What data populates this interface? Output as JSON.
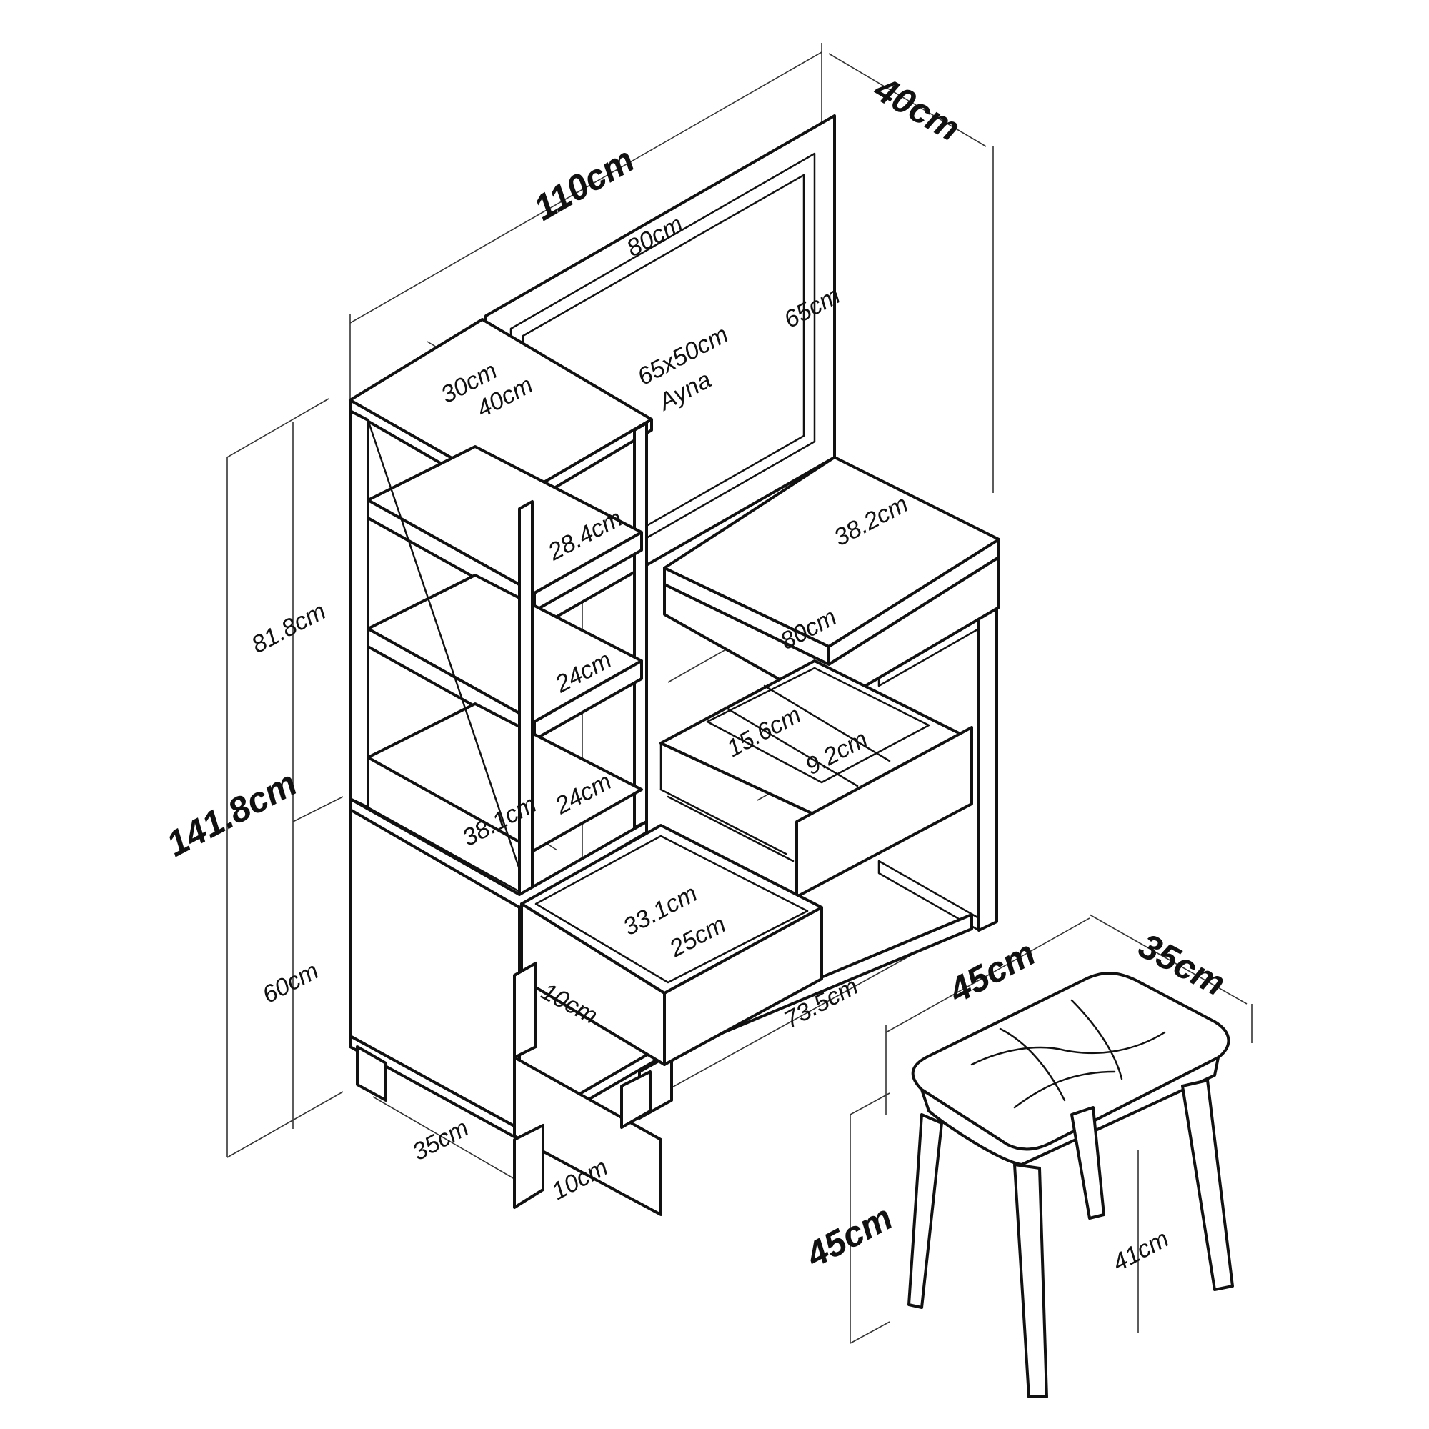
{
  "labels": {
    "width_total": "110cm",
    "depth_total": "40cm",
    "mirror_width": "80cm",
    "mirror_height": "65cm",
    "mirror_size": "65x50cm",
    "mirror_name": "Ayna",
    "tower_width": "30cm",
    "tower_depth": "40cm",
    "shelf_top": "28.4cm",
    "shelf_mid": "24cm",
    "shelf_low": "24cm",
    "tower_inner_depth": "38.1cm",
    "upper_height": "81.8cm",
    "total_height": "141.8cm",
    "lower_height": "60cm",
    "desk_depth": "38.2cm",
    "desk_width": "80cm",
    "drawer_width": "15.6cm",
    "drawer_inner": "9.2cm",
    "lower_drawer_width": "33.1cm",
    "lower_drawer_depth": "25cm",
    "lower_drawer_height": "10cm",
    "desk_leg_span": "73.5cm",
    "base_depth": "35cm",
    "leg_height": "10cm",
    "stool_width": "45cm",
    "stool_depth": "35cm",
    "stool_height": "45cm",
    "stool_leg_height": "41cm"
  }
}
